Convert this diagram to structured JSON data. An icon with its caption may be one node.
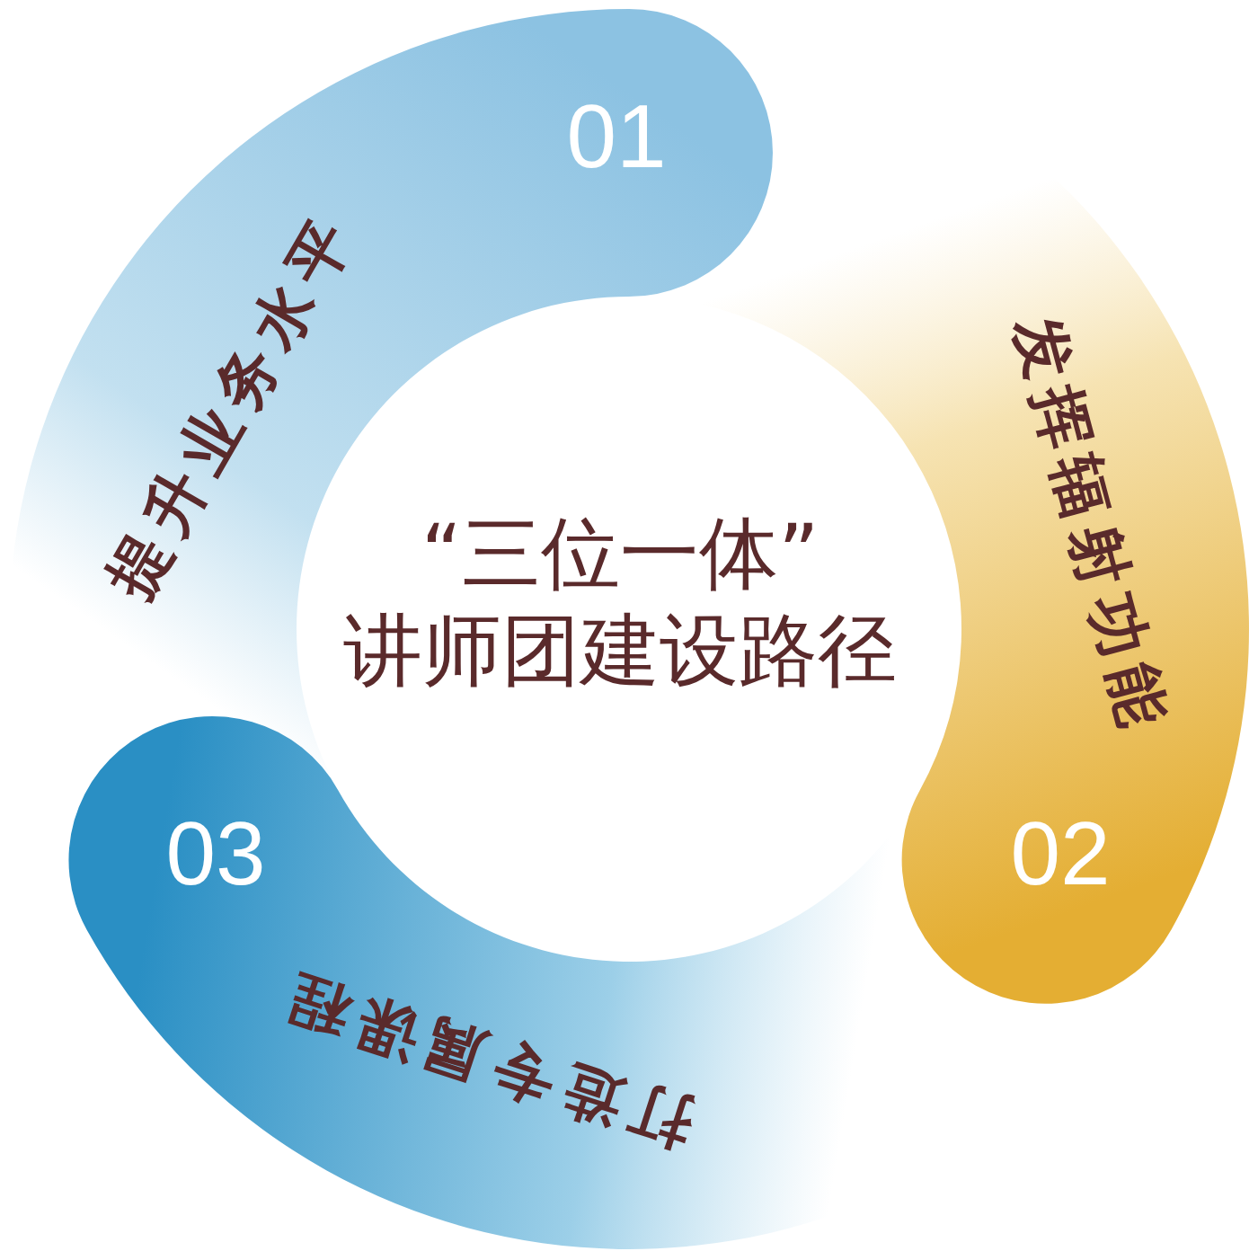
{
  "diagram": {
    "nodes": [
      {
        "text": [
          "“三位一体”",
          "讲师团建设路径"
        ]
      },
      {
        "text": [
          "01",
          "提升业务水平"
        ]
      },
      {
        "text": [
          "02",
          "发挥辐射功能"
        ]
      },
      {
        "text": [
          "03",
          "打造专属课程"
        ]
      }
    ]
  }
}
